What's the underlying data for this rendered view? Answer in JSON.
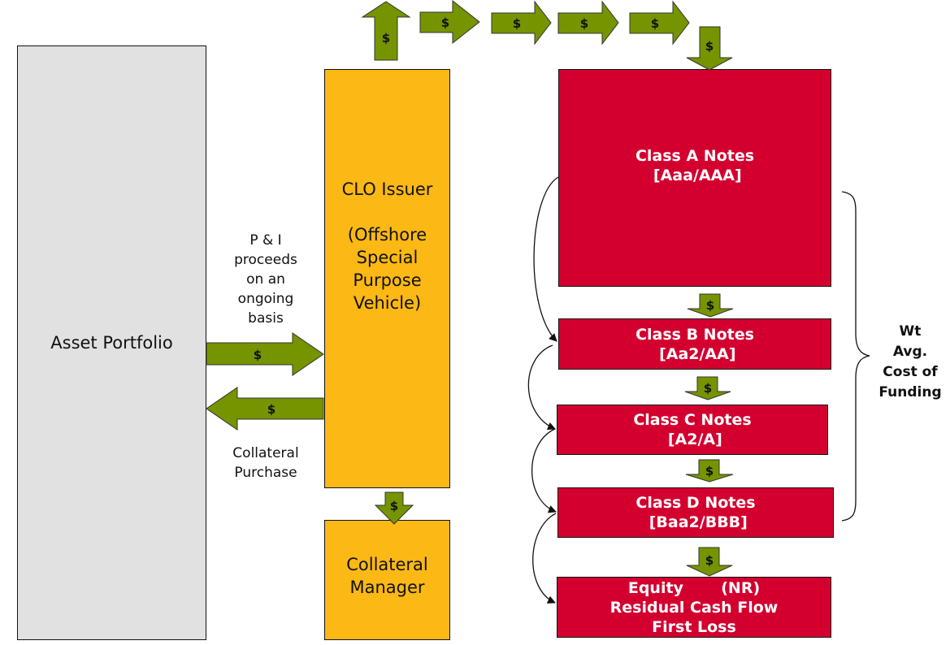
{
  "boxes": {
    "asset_portfolio": "Asset Portfolio",
    "clo_issuer": "CLO Issuer\n\n(Offshore\nSpecial\nPurpose\nVehicle)",
    "collateral_manager": "Collateral\nManager",
    "class_a": "Class A Notes\n [Aaa/AAA]",
    "class_b": "Class B Notes\n [Aa2/AA]",
    "class_c": "Class C Notes\n [A2/A]",
    "class_d": "Class D Notes\n [Baa2/BBB]",
    "equity": "Equity       (NR)\nResidual Cash Flow\nFirst Loss"
  },
  "labels": {
    "pi_proceeds": "P & I\nproceeds\non an\nongoing\nbasis",
    "collateral_purchase": "Collateral\nPurchase",
    "wt_avg_cost": "Wt\nAvg.\nCost of\nFunding"
  },
  "arrow_symbol": "$",
  "colors": {
    "asset_box": "#e0e1e0",
    "issuer_box": "#fcb814",
    "notes_box": "#d3002f",
    "arrow_fill": "#759400"
  }
}
